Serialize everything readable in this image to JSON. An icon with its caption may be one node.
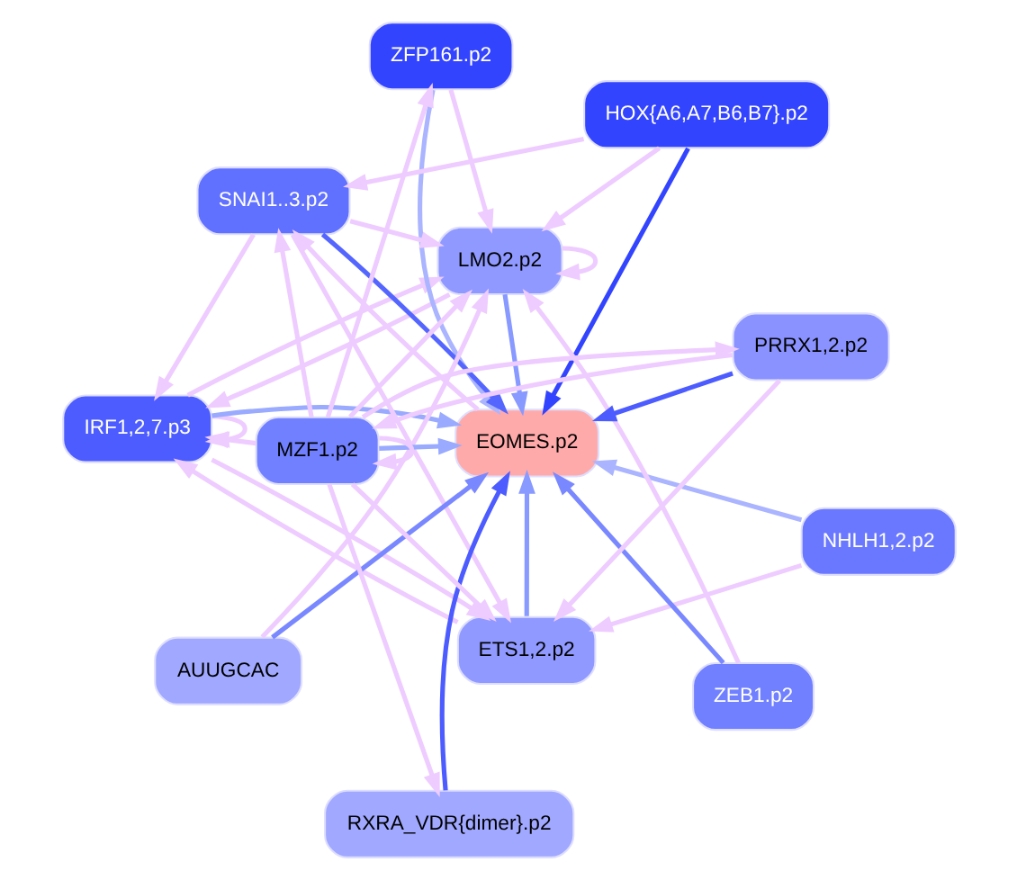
{
  "diagram": {
    "nodes": [
      {
        "text": [
          "IRF1,2,7.p3"
        ]
      },
      {
        "text": [
          "LMO2.p2"
        ]
      },
      {
        "text": [
          "ETS1,2.p2"
        ]
      },
      {
        "text": [
          "ZFP161.p2"
        ]
      },
      {
        "text": [
          "HOX{A6,A7,B6,B7}.p2"
        ]
      },
      {
        "text": [
          "SNAI1..3.p2"
        ]
      },
      {
        "text": [
          "EOMES.p2"
        ]
      },
      {
        "text": [
          "NHLH1,2.p2"
        ]
      },
      {
        "text": [
          "AUUGCAC"
        ]
      },
      {
        "text": [
          "ZEB1.p2"
        ]
      },
      {
        "text": [
          "RXRA_VDR{dimer}.p2"
        ]
      },
      {
        "text": [
          "MZF1.p2"
        ]
      },
      {
        "text": [
          "PRRX1,2.p2"
        ]
      }
    ],
    "edges": [
      {
        "from": 0,
        "to": 6,
        "arrow": "to",
        "color": "#99aaff"
      },
      {
        "from": 1,
        "to": 6,
        "arrow": "to",
        "color": "#8899ff"
      },
      {
        "from": 2,
        "to": 6,
        "arrow": "to",
        "color": "#8899ff"
      },
      {
        "from": 3,
        "to": 6,
        "arrow": "to",
        "color": "#aab4ff"
      },
      {
        "from": 4,
        "to": 6,
        "arrow": "to",
        "color": "#3344ff"
      },
      {
        "from": 5,
        "to": 6,
        "arrow": "to",
        "color": "#5566ff"
      },
      {
        "from": 7,
        "to": 6,
        "arrow": "to",
        "color": "#aab4ff"
      },
      {
        "from": 8,
        "to": 6,
        "arrow": "to",
        "color": "#7a88ff"
      },
      {
        "from": 9,
        "to": 6,
        "arrow": "to",
        "color": "#7a88ff"
      },
      {
        "from": 10,
        "to": 6,
        "arrow": "to",
        "color": "#4c5cff"
      },
      {
        "from": 11,
        "to": 6,
        "arrow": "to",
        "color": "#99aaff"
      },
      {
        "from": 12,
        "to": 6,
        "arrow": "to",
        "color": "#4c5cff"
      },
      {
        "from": 6,
        "to": 5,
        "arrow": "to"
      },
      {
        "from": 0,
        "to": 0,
        "arrow": "to"
      },
      {
        "from": 1,
        "to": 1,
        "arrow": "to"
      },
      {
        "from": 0,
        "to": 1,
        "arrow": "to"
      },
      {
        "from": 1,
        "to": 0,
        "arrow": "to"
      },
      {
        "from": 2,
        "to": 0,
        "arrow": "to"
      },
      {
        "from": 0,
        "to": 2,
        "arrow": "to"
      },
      {
        "from": 3,
        "to": 1,
        "arrow": "to"
      },
      {
        "from": 5,
        "to": 2,
        "arrow": "to"
      },
      {
        "from": 5,
        "to": 0,
        "arrow": "to"
      },
      {
        "from": 5,
        "to": 1,
        "arrow": "to"
      },
      {
        "from": 4,
        "to": 5,
        "arrow": "to"
      },
      {
        "from": 4,
        "to": 1,
        "arrow": "to"
      },
      {
        "from": 7,
        "to": 2,
        "arrow": "to"
      },
      {
        "from": 9,
        "to": 1,
        "arrow": "to"
      },
      {
        "from": 8,
        "to": 1,
        "arrow": "to"
      },
      {
        "from": 12,
        "to": 2,
        "arrow": "to"
      },
      {
        "from": 11,
        "to": 0,
        "arrow": "to"
      },
      {
        "from": 11,
        "to": 2,
        "arrow": "to"
      },
      {
        "from": 11,
        "to": 1,
        "arrow": "to"
      },
      {
        "from": 11,
        "to": 3,
        "arrow": "to"
      },
      {
        "from": 11,
        "to": 5,
        "arrow": "to"
      },
      {
        "from": 11,
        "to": 10,
        "arrow": "to"
      },
      {
        "from": 11,
        "to": 11,
        "arrow": "to"
      },
      {
        "from": 11,
        "to": 12,
        "arrow": "to"
      },
      {
        "from": 12,
        "to": 11,
        "arrow": "to"
      }
    ]
  }
}
